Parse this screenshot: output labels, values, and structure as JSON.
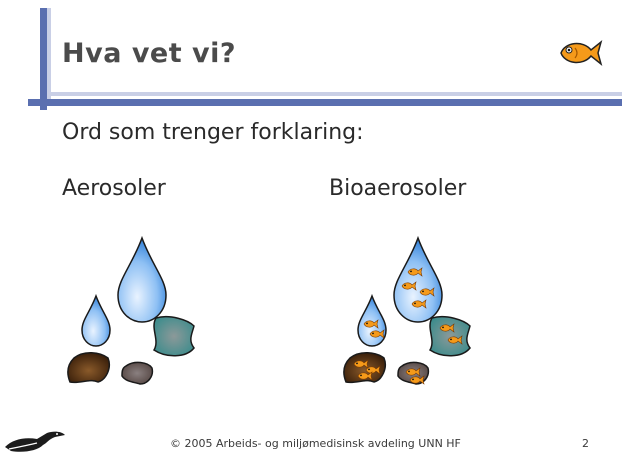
{
  "slide": {
    "title": "Hva vet vi?",
    "subtitle": "Ord som trenger forklaring:",
    "label_left": "Aerosoler",
    "label_right": "Bioaerosoler",
    "footer_text": "© 2005 Arbeids- og miljømedisinsk avdeling UNN HF",
    "page_number": "2"
  },
  "icons": {
    "logo": "goldfish-icon",
    "footer_logo": "bird-icon"
  },
  "colors": {
    "accent_bar": "#5a6fb0",
    "drop_blue": "#4a90e0",
    "particle_teal": "#2e8a8a",
    "particle_dark": "#3a1e08",
    "fish_orange": "#f59a1a"
  }
}
